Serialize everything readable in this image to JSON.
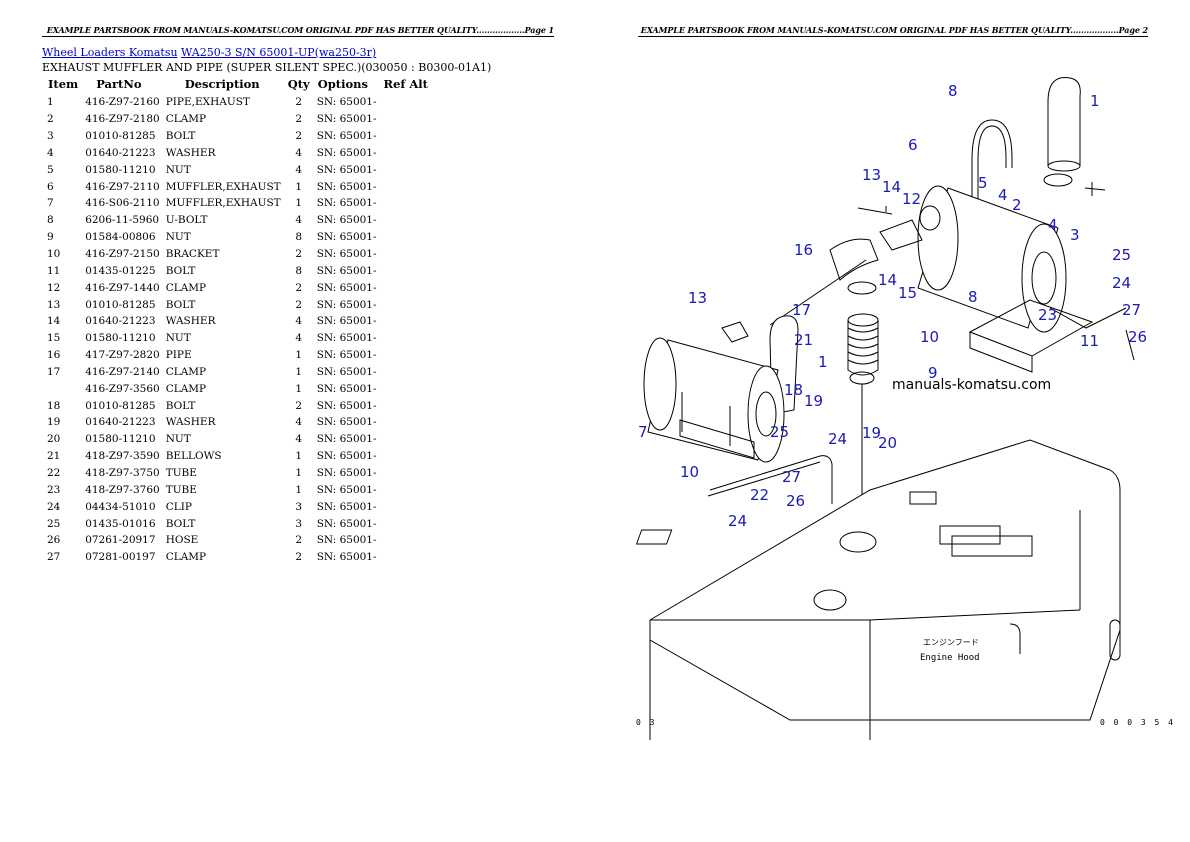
{
  "header": {
    "page1": "EXAMPLE PARTSBOOK FROM MANUALS-KOMATSU.COM ORIGINAL PDF HAS BETTER QUALITY..................Page 1",
    "page2": "EXAMPLE PARTSBOOK FROM MANUALS-KOMATSU.COM ORIGINAL PDF HAS BETTER QUALITY..................Page 2"
  },
  "breadcrumb": {
    "link1": "Wheel Loaders Komatsu",
    "link2": "WA250-3 S/N 65001-UP(wa250-3r)"
  },
  "subtitle": "EXHAUST MUFFLER AND PIPE (SUPER SILENT SPEC.)(030050 : B0300-01A1)",
  "table": {
    "headers": [
      "Item",
      "PartNo",
      "Description",
      "Qty",
      "Options",
      "Ref Alt"
    ],
    "rows": [
      [
        "1",
        "416-Z97-2160",
        "PIPE,EXHAUST",
        "2",
        "SN: 65001-"
      ],
      [
        "2",
        "416-Z97-2180",
        "CLAMP",
        "2",
        "SN: 65001-"
      ],
      [
        "3",
        "01010-81285",
        "BOLT",
        "2",
        "SN: 65001-"
      ],
      [
        "4",
        "01640-21223",
        "WASHER",
        "4",
        "SN: 65001-"
      ],
      [
        "5",
        "01580-11210",
        "NUT",
        "4",
        "SN: 65001-"
      ],
      [
        "6",
        "416-Z97-2110",
        "MUFFLER,EXHAUST",
        "1",
        "SN: 65001-"
      ],
      [
        "7",
        "416-S06-2110",
        "MUFFLER,EXHAUST",
        "1",
        "SN: 65001-"
      ],
      [
        "8",
        "6206-11-5960",
        "U-BOLT",
        "4",
        "SN: 65001-"
      ],
      [
        "9",
        "01584-00806",
        "NUT",
        "8",
        "SN: 65001-"
      ],
      [
        "10",
        "416-Z97-2150",
        "BRACKET",
        "2",
        "SN: 65001-"
      ],
      [
        "11",
        "01435-01225",
        "BOLT",
        "8",
        "SN: 65001-"
      ],
      [
        "12",
        "416-Z97-1440",
        "CLAMP",
        "2",
        "SN: 65001-"
      ],
      [
        "13",
        "01010-81285",
        "BOLT",
        "2",
        "SN: 65001-"
      ],
      [
        "14",
        "01640-21223",
        "WASHER",
        "4",
        "SN: 65001-"
      ],
      [
        "15",
        "01580-11210",
        "NUT",
        "4",
        "SN: 65001-"
      ],
      [
        "16",
        "417-Z97-2820",
        "PIPE",
        "1",
        "SN: 65001-"
      ],
      [
        "17",
        "416-Z97-2140",
        "CLAMP",
        "1",
        "SN: 65001-"
      ],
      [
        "",
        "416-Z97-3560",
        "CLAMP",
        "1",
        "SN: 65001-"
      ],
      [
        "18",
        "01010-81285",
        "BOLT",
        "2",
        "SN: 65001-"
      ],
      [
        "19",
        "01640-21223",
        "WASHER",
        "4",
        "SN: 65001-"
      ],
      [
        "20",
        "01580-11210",
        "NUT",
        "4",
        "SN: 65001-"
      ],
      [
        "21",
        "418-Z97-3590",
        "BELLOWS",
        "1",
        "SN: 65001-"
      ],
      [
        "22",
        "418-Z97-3750",
        "TUBE",
        "1",
        "SN: 65001-"
      ],
      [
        "23",
        "418-Z97-3760",
        "TUBE",
        "1",
        "SN: 65001-"
      ],
      [
        "24",
        "04434-51010",
        "CLIP",
        "3",
        "SN: 65001-"
      ],
      [
        "25",
        "01435-01016",
        "BOLT",
        "3",
        "SN: 65001-"
      ],
      [
        "26",
        "07261-20917",
        "HOSE",
        "2",
        "SN: 65001-"
      ],
      [
        "27",
        "07281-00197",
        "CLAMP",
        "2",
        "SN: 65001-"
      ]
    ]
  },
  "diagram": {
    "watermark": "manuals-komatsu.com",
    "hood_label_jp": "エンジンフード",
    "hood_label": "Engine Hood",
    "code_left": "0 3",
    "code_right": "0 0 0 3 5 4",
    "callouts": [
      {
        "n": "1"
      },
      {
        "n": "8"
      },
      {
        "n": "6"
      },
      {
        "n": "5"
      },
      {
        "n": "4"
      },
      {
        "n": "2"
      },
      {
        "n": "4"
      },
      {
        "n": "3"
      },
      {
        "n": "13"
      },
      {
        "n": "14"
      },
      {
        "n": "12"
      },
      {
        "n": "16"
      },
      {
        "n": "15"
      },
      {
        "n": "14"
      },
      {
        "n": "8"
      },
      {
        "n": "25"
      },
      {
        "n": "24"
      },
      {
        "n": "23"
      },
      {
        "n": "27"
      },
      {
        "n": "26"
      },
      {
        "n": "13"
      },
      {
        "n": "17"
      },
      {
        "n": "21"
      },
      {
        "n": "10"
      },
      {
        "n": "11"
      },
      {
        "n": "1"
      },
      {
        "n": "9"
      },
      {
        "n": "18"
      },
      {
        "n": "19"
      },
      {
        "n": "7"
      },
      {
        "n": "25"
      },
      {
        "n": "24"
      },
      {
        "n": "19"
      },
      {
        "n": "20"
      },
      {
        "n": "10"
      },
      {
        "n": "27"
      },
      {
        "n": "22"
      },
      {
        "n": "26"
      },
      {
        "n": "24"
      }
    ]
  }
}
